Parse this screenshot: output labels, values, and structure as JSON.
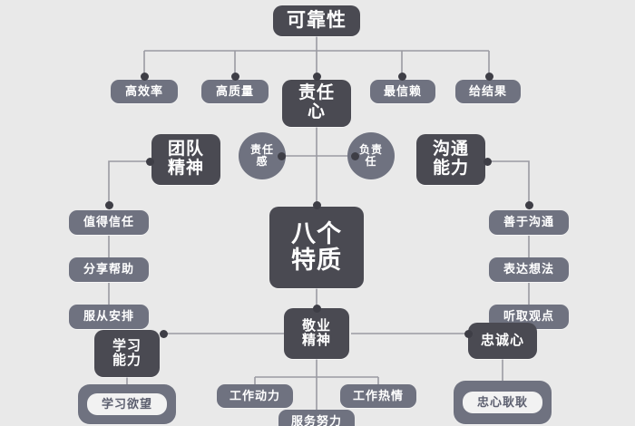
{
  "diagram": {
    "title": "可靠性",
    "background_color": "#e9e9e9",
    "colors": {
      "dark_node": "#4a4a52",
      "mid_node": "#6f7280",
      "light_pill": "#f2f2f2",
      "connector": "#9a9aa2",
      "dot": "#3e3e46",
      "text_on_dark": "#ffffff",
      "text_on_light": "#5d6070"
    },
    "nodes": {
      "root": "可靠性",
      "level1": [
        {
          "label": "高效率"
        },
        {
          "label": "高质量"
        },
        {
          "label": "责任\n心"
        },
        {
          "label": "最信赖"
        },
        {
          "label": "给结果"
        }
      ],
      "responsibility_circles": [
        {
          "label": "责任\n感"
        },
        {
          "label": "负责\n任"
        }
      ],
      "team_spirit": "团队\n精神",
      "team_spirit_children": [
        {
          "label": "值得信任"
        },
        {
          "label": "分享帮助"
        },
        {
          "label": "服从安排"
        }
      ],
      "communication": "沟通\n能力",
      "communication_children": [
        {
          "label": "善于沟通"
        },
        {
          "label": "表达想法"
        },
        {
          "label": "听取观点"
        }
      ],
      "center": "八个\n特质",
      "dedication": "敬业\n精神",
      "dedication_children": [
        {
          "label": "工作动力"
        },
        {
          "label": "工作热情"
        },
        {
          "label": "服务努力"
        }
      ],
      "learning": "学习\n能力",
      "learning_children": [
        {
          "label": "学习欲望"
        }
      ],
      "loyalty": "忠诚心",
      "loyalty_children": [
        {
          "label": "忠心耿耿"
        }
      ]
    }
  }
}
